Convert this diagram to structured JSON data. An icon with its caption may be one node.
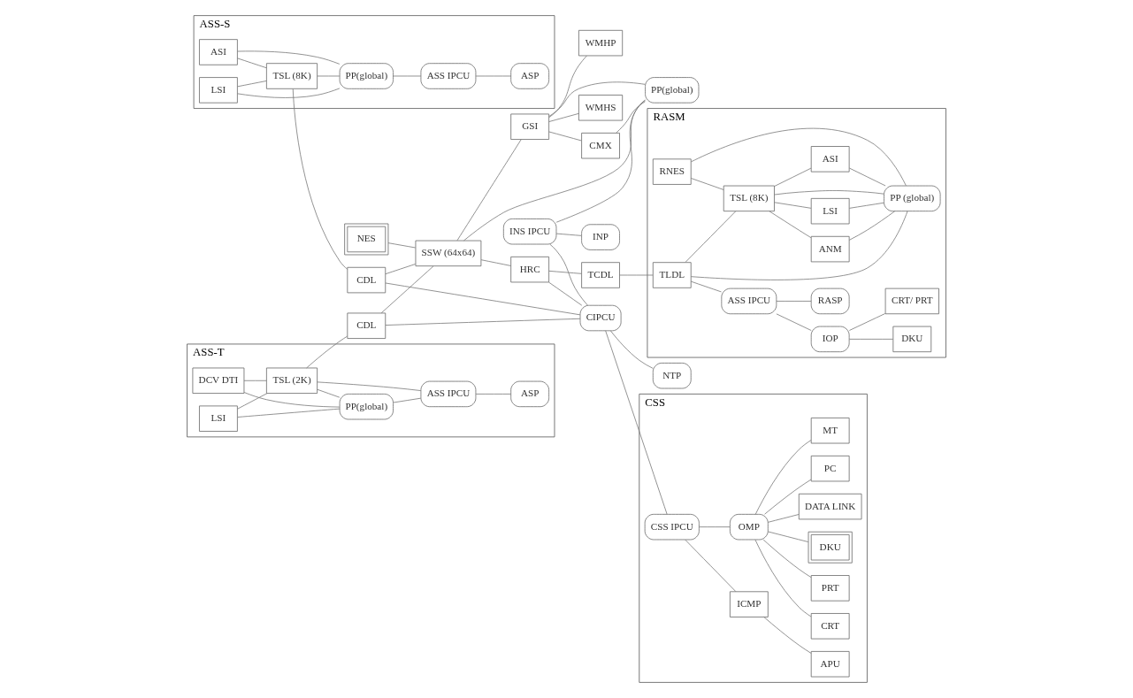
{
  "diagram": {
    "nodes": [
      {
        "text": [
          "ASS-S"
        ]
      },
      {
        "text": [
          "ASI"
        ],
        "in": 0
      },
      {
        "text": [
          "TSL (8K)"
        ],
        "in": 0
      },
      {
        "text": [
          "LSI"
        ],
        "in": 0
      },
      {
        "text": [
          "PP(global)"
        ],
        "in": 0
      },
      {
        "text": [
          "ASS IPCU"
        ],
        "in": 0
      },
      {
        "text": [
          "ASP"
        ],
        "in": 0
      },
      {
        "text": [
          "ASS-T"
        ]
      },
      {
        "text": [
          "DCV DTI"
        ],
        "in": 7
      },
      {
        "text": [
          "TSL (2K)"
        ],
        "in": 7
      },
      {
        "text": [
          "LSI"
        ],
        "in": 7
      },
      {
        "text": [
          "PP(global)"
        ],
        "in": 7
      },
      {
        "text": [
          "ASS IPCU"
        ],
        "in": 7
      },
      {
        "text": [
          "ASP"
        ],
        "in": 7
      },
      {
        "text": [
          "NES"
        ]
      },
      {
        "text": [
          "CDL"
        ]
      },
      {
        "text": [
          "SSW (64x64)"
        ]
      },
      {
        "text": [
          "HRC"
        ]
      },
      {
        "text": [
          "TCDL"
        ]
      },
      {
        "text": [
          "RASM"
        ]
      },
      {
        "text": [
          "RNES"
        ],
        "in": 19
      },
      {
        "text": [
          "TSL (8K)"
        ],
        "in": 19
      },
      {
        "text": [
          "ASI"
        ],
        "in": 19
      },
      {
        "text": [
          "TLDL"
        ],
        "in": 19
      },
      {
        "text": [
          "ANM"
        ],
        "in": 19
      },
      {
        "text": [
          "LSI"
        ],
        "in": 19
      },
      {
        "text": [
          "ASS IPCU"
        ],
        "in": 19
      },
      {
        "text": [
          "PP (global)"
        ],
        "in": 19
      },
      {
        "text": [
          "RASP"
        ],
        "in": 19
      },
      {
        "text": [
          "IOP"
        ],
        "in": 19
      },
      {
        "text": [
          "DKU"
        ],
        "in": 19
      },
      {
        "text": [
          "CRT/ PRT"
        ],
        "in": 19
      },
      {
        "text": [
          "CDL"
        ]
      },
      {
        "text": [
          "GSI"
        ]
      },
      {
        "text": [
          "WMHP"
        ]
      },
      {
        "text": [
          "WMHS"
        ]
      },
      {
        "text": [
          "CMX"
        ]
      },
      {
        "text": [
          "INS IPCU"
        ]
      },
      {
        "text": [
          "PP(global)"
        ]
      },
      {
        "text": [
          "INP"
        ]
      },
      {
        "text": [
          "CSS"
        ]
      },
      {
        "text": [
          "CSS IPCU"
        ],
        "in": 40
      },
      {
        "text": [
          "ICMP"
        ],
        "in": 40
      },
      {
        "text": [
          "APU"
        ],
        "in": 40
      },
      {
        "text": [
          "OMP"
        ],
        "in": 40
      },
      {
        "text": [
          "PC"
        ],
        "in": 40
      },
      {
        "text": [
          "MT"
        ],
        "in": 40
      },
      {
        "text": [
          "CRT"
        ],
        "in": 40
      },
      {
        "text": [
          "PRT"
        ],
        "in": 40
      },
      {
        "text": [
          "DKU"
        ],
        "in": 40
      },
      {
        "text": [
          "DATA LINK"
        ],
        "in": 40
      },
      {
        "text": [
          "CIPCU"
        ]
      },
      {
        "text": [
          "NTP"
        ]
      }
    ],
    "edges": [
      {
        "from": 1,
        "to": 2,
        "arrow": "none"
      },
      {
        "from": 1,
        "to": 4,
        "arrow": "none"
      },
      {
        "from": 3,
        "to": 2,
        "arrow": "none"
      },
      {
        "from": 3,
        "to": 4,
        "arrow": "none"
      },
      {
        "from": 2,
        "to": 4,
        "arrow": "none"
      },
      {
        "from": 4,
        "to": 5,
        "arrow": "none"
      },
      {
        "from": 5,
        "to": 6,
        "arrow": "none"
      },
      {
        "from": 2,
        "to": 15,
        "arrow": "none"
      },
      {
        "from": 8,
        "to": 9,
        "arrow": "none"
      },
      {
        "from": 8,
        "to": 11,
        "arrow": "none"
      },
      {
        "from": 10,
        "to": 9,
        "arrow": "none"
      },
      {
        "from": 10,
        "to": 11,
        "arrow": "none"
      },
      {
        "from": 9,
        "to": 11,
        "arrow": "none"
      },
      {
        "from": 9,
        "to": 12,
        "arrow": "none"
      },
      {
        "from": 11,
        "to": 12,
        "arrow": "none"
      },
      {
        "from": 12,
        "to": 13,
        "arrow": "none"
      },
      {
        "from": 9,
        "to": 32,
        "arrow": "none"
      },
      {
        "from": 14,
        "to": 16,
        "arrow": "none"
      },
      {
        "from": 15,
        "to": 16,
        "arrow": "none"
      },
      {
        "from": 15,
        "to": 51,
        "arrow": "none"
      },
      {
        "from": 32,
        "to": 16,
        "arrow": "none"
      },
      {
        "from": 32,
        "to": 51,
        "arrow": "none"
      },
      {
        "from": 16,
        "to": 17,
        "arrow": "none"
      },
      {
        "from": 17,
        "to": 18,
        "arrow": "none"
      },
      {
        "from": 17,
        "to": 51,
        "arrow": "none"
      },
      {
        "from": 18,
        "to": 23,
        "arrow": "none"
      },
      {
        "from": 16,
        "to": 33,
        "arrow": "none"
      },
      {
        "from": 16,
        "to": 38,
        "arrow": "none"
      },
      {
        "from": 20,
        "to": 21,
        "arrow": "none"
      },
      {
        "from": 20,
        "to": 27,
        "arrow": "none"
      },
      {
        "from": 23,
        "to": 21,
        "arrow": "none"
      },
      {
        "from": 23,
        "to": 27,
        "arrow": "none"
      },
      {
        "from": 23,
        "to": 26,
        "arrow": "none"
      },
      {
        "from": 21,
        "to": 22,
        "arrow": "none"
      },
      {
        "from": 21,
        "to": 24,
        "arrow": "none"
      },
      {
        "from": 21,
        "to": 25,
        "arrow": "none"
      },
      {
        "from": 21,
        "to": 27,
        "arrow": "none"
      },
      {
        "from": 24,
        "to": 27,
        "arrow": "none"
      },
      {
        "from": 25,
        "to": 27,
        "arrow": "none"
      },
      {
        "from": 22,
        "to": 27,
        "arrow": "none"
      },
      {
        "from": 26,
        "to": 28,
        "arrow": "none"
      },
      {
        "from": 26,
        "to": 29,
        "arrow": "none"
      },
      {
        "from": 29,
        "to": 30,
        "arrow": "none"
      },
      {
        "from": 29,
        "to": 31,
        "arrow": "none"
      },
      {
        "from": 33,
        "to": 34,
        "arrow": "none"
      },
      {
        "from": 33,
        "to": 35,
        "arrow": "none"
      },
      {
        "from": 33,
        "to": 36,
        "arrow": "none"
      },
      {
        "from": 33,
        "to": 38,
        "arrow": "none"
      },
      {
        "from": 36,
        "to": 38,
        "arrow": "none"
      },
      {
        "from": 37,
        "to": 38,
        "arrow": "none"
      },
      {
        "from": 37,
        "to": 39,
        "arrow": "none"
      },
      {
        "from": 37,
        "to": 51,
        "arrow": "none"
      },
      {
        "from": 51,
        "to": 52,
        "arrow": "none"
      },
      {
        "from": 51,
        "to": 41,
        "arrow": "none"
      },
      {
        "from": 41,
        "to": 42,
        "arrow": "none"
      },
      {
        "from": 42,
        "to": 43,
        "arrow": "none"
      },
      {
        "from": 41,
        "to": 44,
        "arrow": "none"
      },
      {
        "from": 44,
        "to": 45,
        "arrow": "none"
      },
      {
        "from": 44,
        "to": 47,
        "arrow": "none"
      },
      {
        "from": 44,
        "to": 48,
        "arrow": "none"
      },
      {
        "from": 44,
        "to": 50,
        "arrow": "none"
      },
      {
        "from": 44,
        "to": 46,
        "arrow": "none"
      },
      {
        "from": 44,
        "to": 49,
        "arrow": "none"
      }
    ]
  }
}
